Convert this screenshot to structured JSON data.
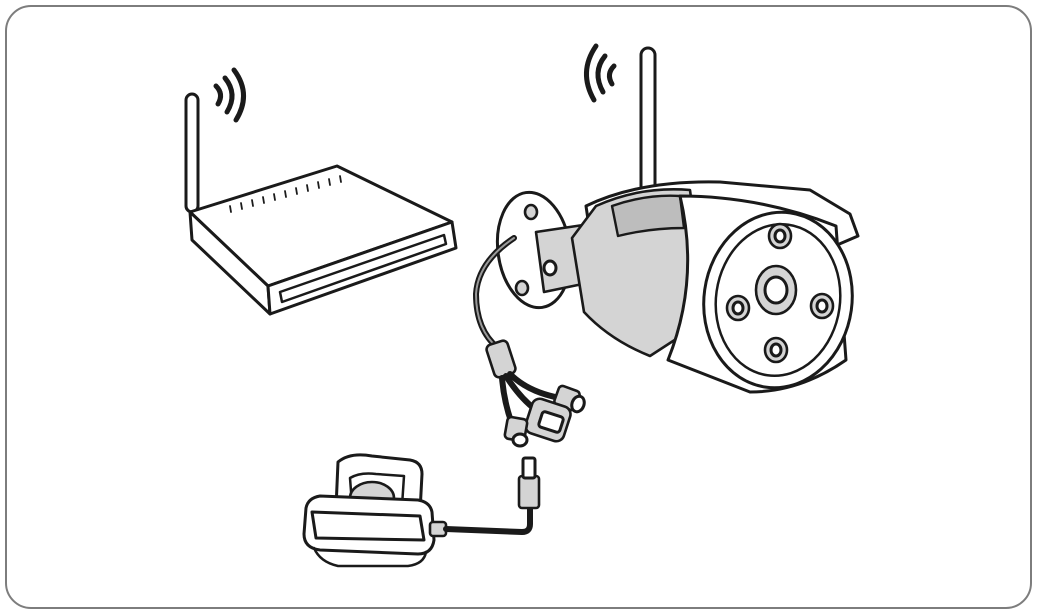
{
  "diagram": {
    "colors": {
      "frame_border": "#7d7d7d",
      "line": "#1a1a1a",
      "fill_light": "#d4d4d4",
      "fill_mid": "#bdbdbd"
    },
    "components": [
      {
        "id": "router",
        "icon": "wifi-router-icon"
      },
      {
        "id": "camera",
        "icon": "bullet-camera-icon"
      },
      {
        "id": "power_adapter",
        "icon": "power-adapter-icon"
      },
      {
        "id": "signal_router",
        "icon": "wifi-signal-icon"
      },
      {
        "id": "signal_camera",
        "icon": "wifi-signal-icon"
      }
    ]
  }
}
